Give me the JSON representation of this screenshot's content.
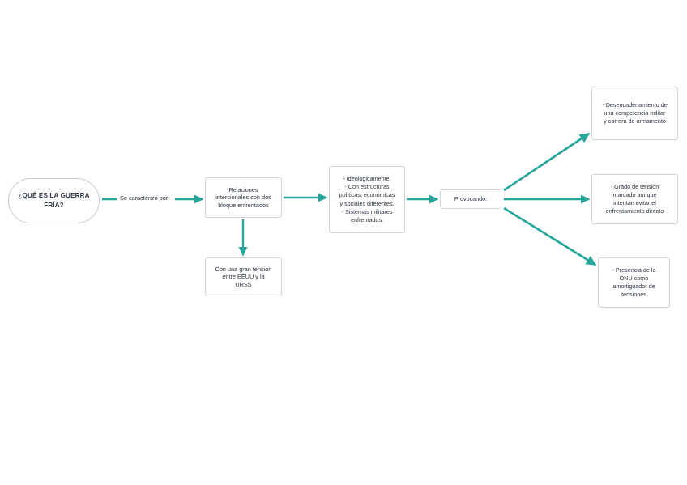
{
  "diagram": {
    "title": "¿QUÉ ES LA GUERRA FRÍA?",
    "type": "flowchart",
    "background_color": "#ffffff",
    "accent_color": "#26a69a",
    "node_border_color": "#ccd4de",
    "text_color": "#2b3440",
    "nodes": [
      {
        "id": "root",
        "shape": "ellipse",
        "label": "¿QUÉ ES LA GUERRA\nFRÍA?"
      },
      {
        "id": "relaciones",
        "shape": "rectangle",
        "label": "Relaciones\nintercionales con dos\nbloque enfrentados"
      },
      {
        "id": "tension",
        "shape": "rectangle",
        "label": "Con una gran tension\nentre EEUU y la\nURSS"
      },
      {
        "id": "ideologico",
        "shape": "rectangle",
        "label": "- Ideológicamente.\n- Con estructuras\npolíticas, económicas\ny sociales diferentes.\n- Sistemas militares\nenfrentados."
      },
      {
        "id": "provocando",
        "shape": "rectangle",
        "label": "Provocando:"
      },
      {
        "id": "armamento",
        "shape": "rectangle",
        "label": "- Desencadenamiento de\nuna competencia militar\ny carrera de armamento"
      },
      {
        "id": "grado",
        "shape": "rectangle",
        "label": "- Grado de tensión\nmarcado aunque\nintentan evitar el\nenfrentamiento directo"
      },
      {
        "id": "onu",
        "shape": "rectangle",
        "label": "- Presencia de la\nONU como\namortiguador de\ntensiones"
      }
    ],
    "edges": [
      {
        "id": "root-to-relaciones",
        "from": "root",
        "to": "relaciones",
        "label": "Se caracterizó por:"
      },
      {
        "id": "relaciones-to-ideologico",
        "from": "relaciones",
        "to": "ideologico",
        "label": ""
      },
      {
        "id": "relaciones-to-tension",
        "from": "relaciones",
        "to": "tension",
        "label": ""
      },
      {
        "id": "ideologico-to-provocando",
        "from": "ideologico",
        "to": "provocando",
        "label": ""
      },
      {
        "id": "provocando-to-armamento",
        "from": "provocando",
        "to": "armamento",
        "label": ""
      },
      {
        "id": "provocando-to-grado",
        "from": "provocando",
        "to": "grado",
        "label": ""
      },
      {
        "id": "provocando-to-onu",
        "from": "provocando",
        "to": "onu",
        "label": ""
      }
    ]
  }
}
